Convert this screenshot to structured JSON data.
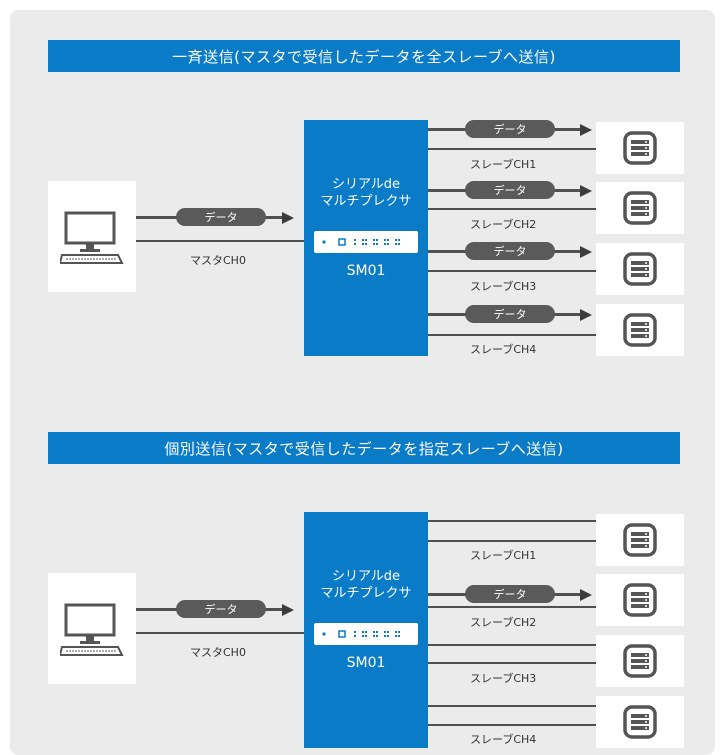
{
  "broadcast": {
    "title": "一斉送信(マスタで受信したデータを全スレーブへ送信)",
    "master_label": "マスタCH0",
    "master_pill": "データ",
    "hub_line1": "シリアルde",
    "hub_line2": "マルチプレクサ",
    "hub_model": "SM01",
    "slaves": [
      {
        "label": "スレーブCH1",
        "pill": "データ"
      },
      {
        "label": "スレーブCH2",
        "pill": "データ"
      },
      {
        "label": "スレーブCH3",
        "pill": "データ"
      },
      {
        "label": "スレーブCH4",
        "pill": "データ"
      }
    ]
  },
  "individual": {
    "title": "個別送信(マスタで受信したデータを指定スレーブへ送信)",
    "master_label": "マスタCH0",
    "master_pill": "データ",
    "hub_line1": "シリアルde",
    "hub_line2": "マルチプレクサ",
    "hub_model": "SM01",
    "slaves": [
      {
        "label": "スレーブCH1"
      },
      {
        "label": "スレーブCH2",
        "pill": "データ"
      },
      {
        "label": "スレーブCH3"
      },
      {
        "label": "スレーブCH4"
      }
    ]
  },
  "colors": {
    "accent": "#0a7bc6",
    "panel": "#ebebeb",
    "line": "#505050",
    "pill": "#5a5a5a"
  },
  "icons": [
    "computer-icon",
    "server-icon"
  ]
}
